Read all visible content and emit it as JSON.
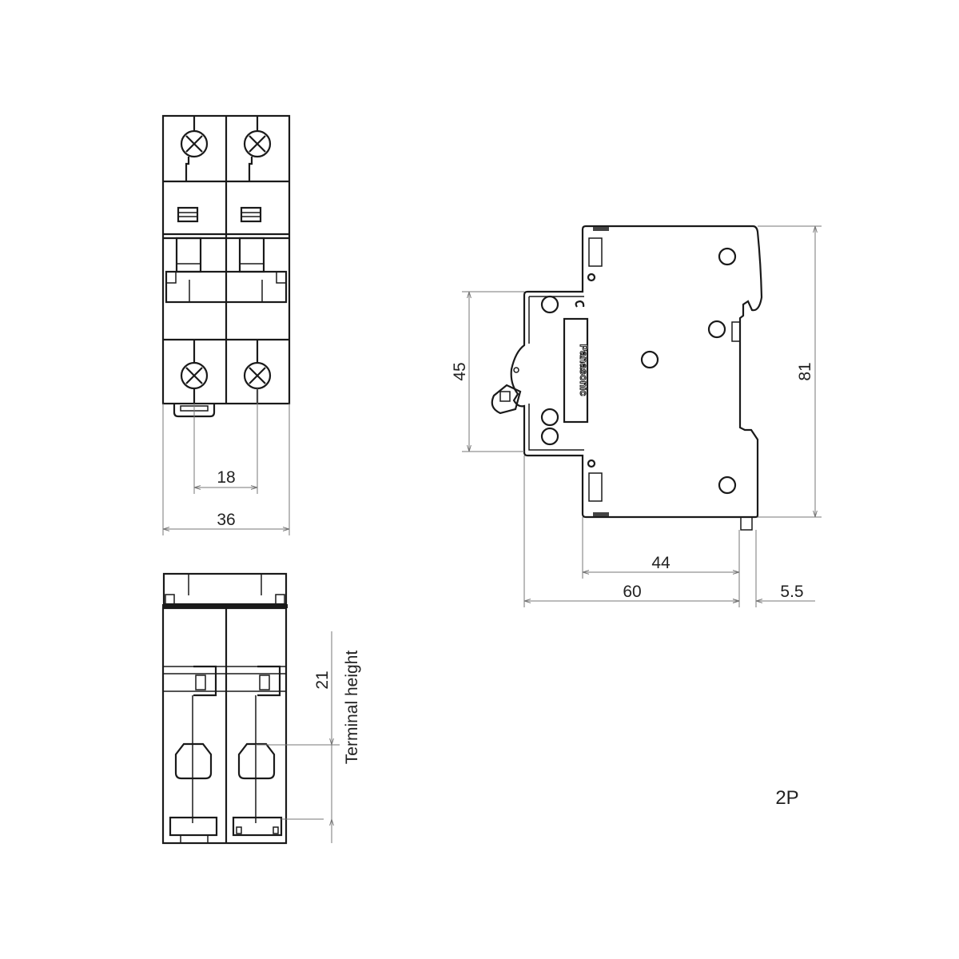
{
  "title": "2P",
  "brand_logo": "Panasonic",
  "dimensions": {
    "front_pole_pitch": "18",
    "front_width": "36",
    "side_rail_height": "45",
    "side_height": "81",
    "side_depth_front": "44",
    "side_depth_total": "60",
    "side_rail_offset": "5.5",
    "terminal_height_value": "21",
    "terminal_height_label": "Terminal height"
  }
}
